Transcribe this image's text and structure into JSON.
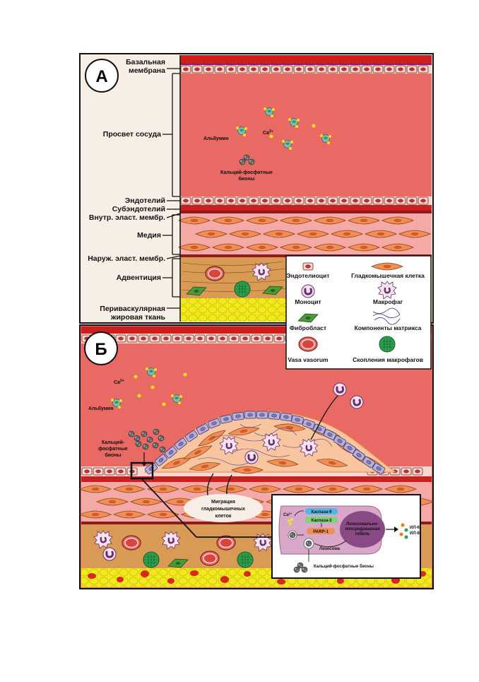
{
  "panel_a": {
    "letter": "А",
    "layers": {
      "basal_membrane": [
        "Базальная",
        "мембрана"
      ],
      "lumen": "Просвет сосуда",
      "endothelium": "Эндотелий",
      "subendothelium": "Субэндотелий",
      "internal_elastic": "Внутр. эласт. мембр.",
      "media": "Медия",
      "external_elastic": "Наруж. эласт. мембр.",
      "adventitia": "Адвентиция",
      "perivascular": [
        "Периваскулярная",
        "жировая ткань"
      ]
    },
    "annotations": {
      "albumin": "Альбумин",
      "calcium": "Ca",
      "calcium_charge": "2+",
      "bions": [
        "Кальций-фосфатные",
        "бионы"
      ]
    }
  },
  "legend": {
    "items": [
      {
        "label": "Эндотелиоцит",
        "icon": "endothelial-cell-icon"
      },
      {
        "label": "Гладкомышечная клетка",
        "icon": "smooth-muscle-cell-icon"
      },
      {
        "label": "Моноцит",
        "icon": "monocyte-icon"
      },
      {
        "label": "Макрофаг",
        "icon": "macrophage-icon"
      },
      {
        "label": "Фибробласт",
        "icon": "fibroblast-icon"
      },
      {
        "label": "Компоненты матрикса",
        "icon": "matrix-components-icon"
      },
      {
        "label": "Vasa vasorum",
        "icon": "vasa-vasorum-icon"
      },
      {
        "label": "Скопления макрофагов",
        "icon": "macrophage-cluster-icon"
      }
    ]
  },
  "panel_b": {
    "letter": "Б",
    "annotations": {
      "calcium": "Ca",
      "calcium_charge": "2+",
      "albumin": "Альбумин",
      "bions": [
        "Кальций-",
        "фосфатные",
        "бионы"
      ],
      "migration": [
        "Миграция",
        "гладкомышечных",
        "клеток"
      ]
    },
    "inset": {
      "calcium": "Ca",
      "calcium_charge": "2+",
      "caspase9": "Каспаза-9",
      "caspase3": "Каспаза-3",
      "parp": "PARP-1",
      "lysosome": "Лизосома",
      "niche": [
        "Лизосомально-",
        "опосредованная",
        "гибель"
      ],
      "il6": "ИЛ-6",
      "il8": "ИЛ-8",
      "bions": "Кальций-фосфатные бионы"
    }
  },
  "colors": {
    "lumen": "#e96a64",
    "media": "#f4a9a6",
    "smooth_muscle": "#f08f55",
    "adventitia": "#d89a55",
    "fat": "#f2ea1e",
    "blood_red": "#cc1f1f",
    "endothelium": "#f6d8d2",
    "plaque": "#f7c6a0",
    "cell_purple": "#7f76b5",
    "macrophage_cluster": "#2ea04f",
    "fibroblast": "#4b9a3a",
    "inset_bg": "#d9a7c7",
    "label_bg": "#f7efe6"
  }
}
